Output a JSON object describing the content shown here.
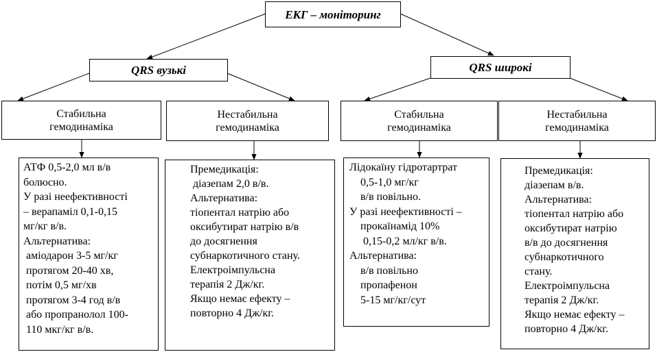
{
  "root": {
    "title": "ЕКГ – моніторинг"
  },
  "branches": [
    {
      "title": "QRS вузькі",
      "cases": [
        {
          "title_lines": [
            "Стабильна",
            "гемодинаміка"
          ],
          "lines": [
            "АТФ 0,5-2,0 мл в/в",
            "болюсно.",
            "У разі неефективності",
            "– верапаміл 0,1-0,15",
            "мг/кг в/в.",
            "Альтернатива:",
            " аміодарон 3-5 мг/кг",
            " протягом 20-40 хв,",
            " потім 0,5 мг/хв",
            " протягом 3-4 год в/в",
            " або пропранолол 100-",
            " 110 мкг/кг в/в."
          ]
        },
        {
          "title_lines": [
            "Нестабильна",
            "гемодинаміка"
          ],
          "lines": [
            "Премедикація:",
            " діазепам 2,0 в/в.",
            "Альтернатива:",
            "тіопентал натрію або",
            "оксибутират натрію в/в",
            "до досягнення",
            "субнаркотичного стану.",
            "Електроімпульсна",
            "терапія 2 Дж/кг.",
            "Якщо немає ефекту –",
            "повторно 4 Дж/кг."
          ]
        }
      ]
    },
    {
      "title": "QRS широкі",
      "cases": [
        {
          "title_lines": [
            "Стабильна",
            "гемодинаміка"
          ],
          "lines": [
            "Лідокаїну гідротартрат",
            "    0,5-1,0 мг/кг",
            "    в/в повільно.",
            "У разі неефективності –",
            "    прокаїнамід 10%",
            "     0,15-0,2 мл/кг в/в.",
            "Альтернатива:",
            "    в/в повільно",
            "    пропафенон",
            "    5-15 мг/кг/сут"
          ]
        },
        {
          "title_lines": [
            "Нестабильна",
            "гемодинаміка"
          ],
          "lines": [
            "Премедикація:",
            "діазепам в/в.",
            "Альтернатива:",
            "тіопентал натрію або",
            "оксибутират натрію",
            "в/в до досягнення",
            "субнаркотичного",
            "стану.",
            "Електроімпульсна",
            "терапія 2 Дж/кг.",
            "Якщо немає ефекту –",
            "повторно 4 Дж/кг."
          ]
        }
      ]
    }
  ]
}
